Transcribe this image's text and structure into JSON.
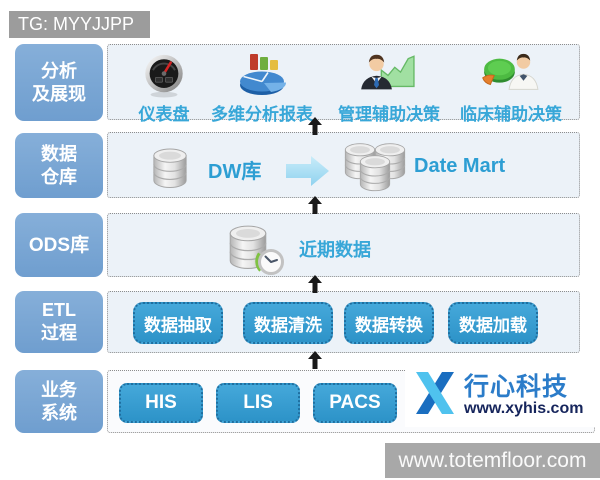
{
  "banner": {
    "text": "TG: MYYJJPP"
  },
  "footer_watermark": {
    "text": "www.totemfloor.com"
  },
  "layers": {
    "analysis": {
      "title_lines": [
        "分析",
        "及展现"
      ],
      "items": [
        {
          "label": "仪表盘",
          "icon": "gauge-icon"
        },
        {
          "label": "多维分析报表",
          "icon": "pie-bar-chart-icon"
        },
        {
          "label": "管理辅助决策",
          "icon": "manager-growth-chart-icon"
        },
        {
          "label": "临床辅助决策",
          "icon": "doctor-pie-chart-icon"
        }
      ]
    },
    "warehouse": {
      "title_lines": [
        "数据",
        "仓库"
      ],
      "dw_label": "DW库",
      "mart_label": "Date Mart",
      "icons": [
        "database-cylinder-icon",
        "flow-arrow-right-icon",
        "database-cluster-icon"
      ]
    },
    "ods": {
      "title_lines": [
        "ODS库"
      ],
      "item_label": "近期数据",
      "icon": "database-clock-icon"
    },
    "etl": {
      "title_lines": [
        "ETL",
        "过程"
      ],
      "steps": [
        "数据抽取",
        "数据清洗",
        "数据转换",
        "数据加载"
      ]
    },
    "source": {
      "title_lines": [
        "业务",
        "系统"
      ],
      "systems": [
        "HIS",
        "LIS",
        "PACS"
      ]
    }
  },
  "logo": {
    "company": "行心科技",
    "website": "www.xyhis.com",
    "icon": "xy-cross-logo"
  },
  "colors": {
    "layer_label_bg": "#7aa7d6",
    "content_box_bg": "#ecf2f8",
    "accent_text": "#38a7d8",
    "node_button_bg": "#2d93c8",
    "flow_arrow": "#9bd8f0",
    "connector_arrow": "#191919",
    "logo_blue_light": "#4fc2ee",
    "logo_blue_dark": "#1a6ec0"
  }
}
